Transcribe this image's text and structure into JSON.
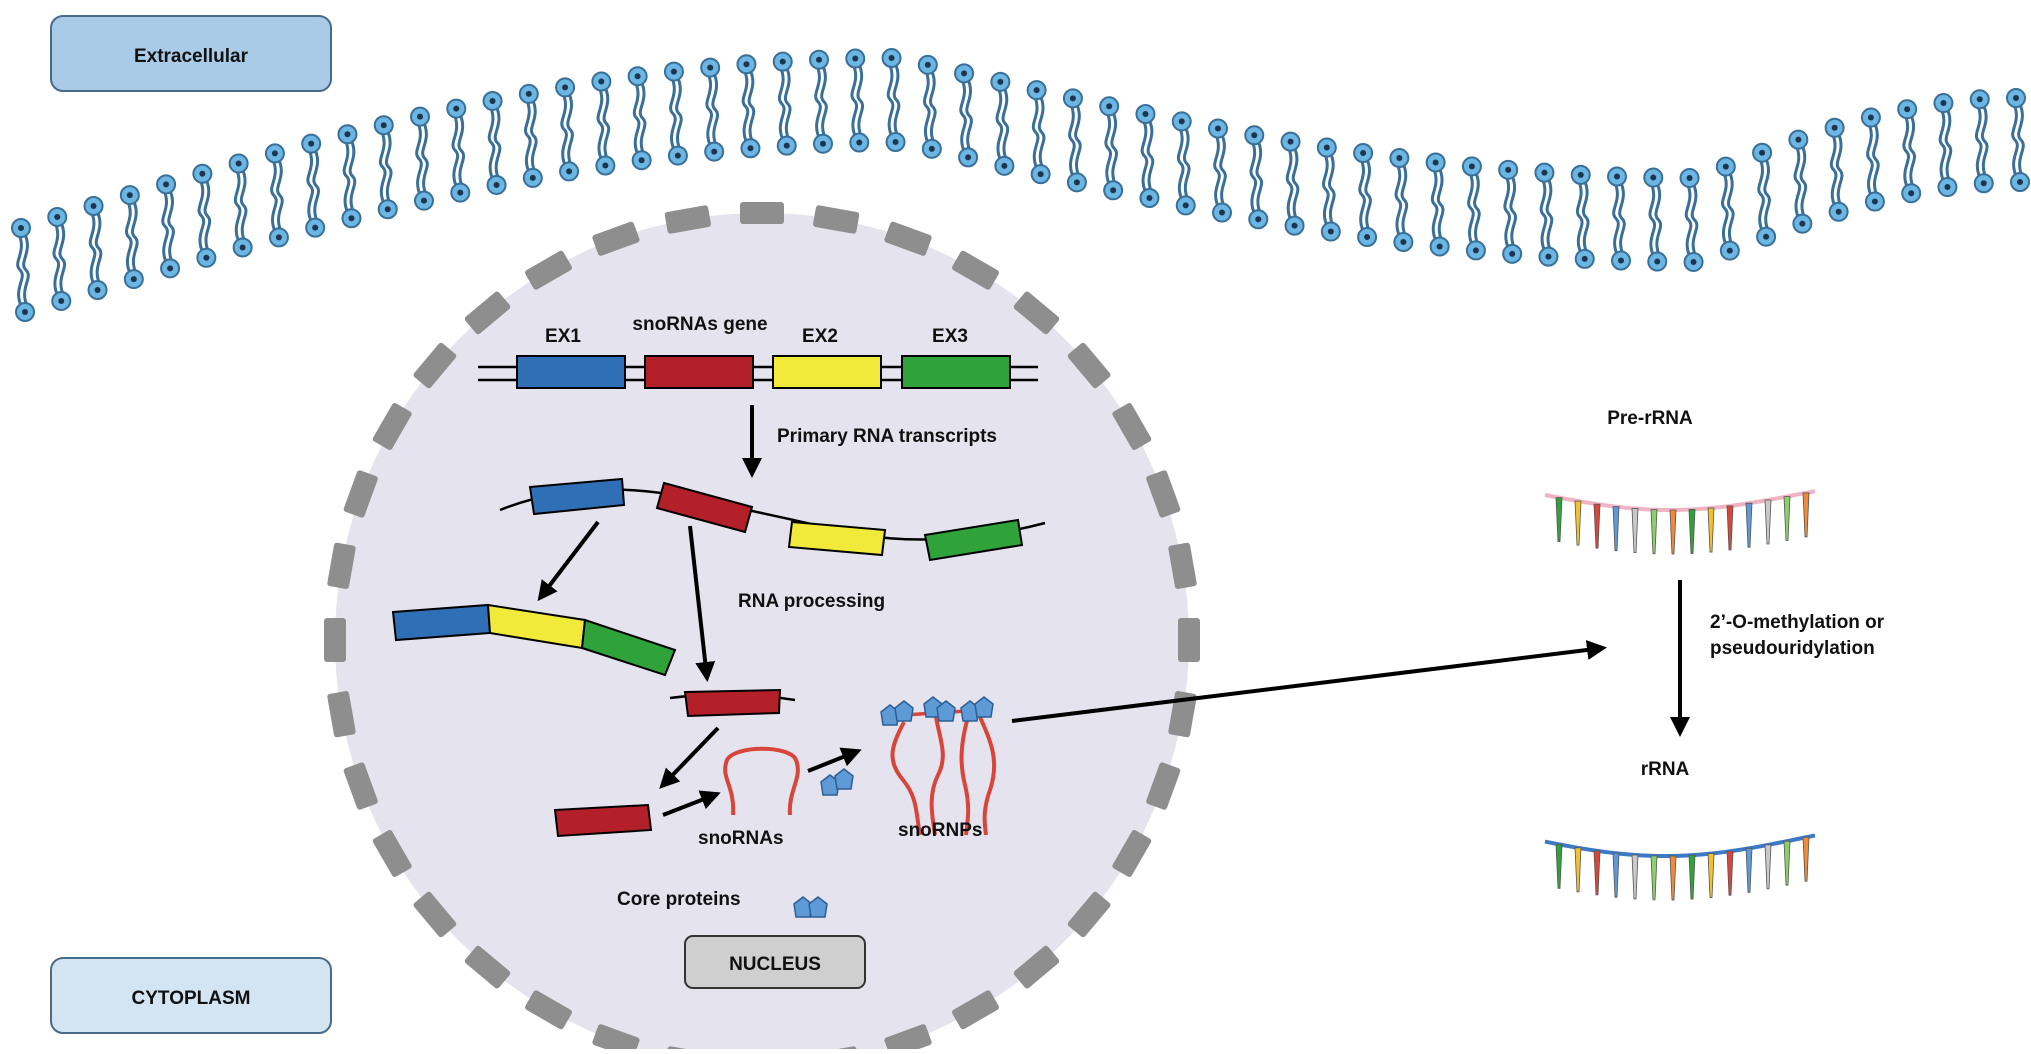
{
  "labels": {
    "extracellular": "Extracellular",
    "cytoplasm": "CYTOPLASM",
    "nucleus": "NUCLEUS",
    "ex1": "EX1",
    "snorna_gene": "snoRNAs gene",
    "ex2": "EX2",
    "ex3": "EX3",
    "primary_transcripts": "Primary RNA transcripts",
    "rna_processing": "RNA processing",
    "snornas": "snoRNAs",
    "snornps": "snoRNPs",
    "core_proteins": "Core proteins",
    "pre_rrna": "Pre-rRNA",
    "modification_line1": "2’-O-methylation or",
    "modification_line2": "pseudouridylation",
    "rrna": "rRNA"
  },
  "colors": {
    "ex1": "#2f6fb5",
    "snorna_gene": "#b3202a",
    "ex2": "#f2ea3a",
    "ex3": "#2fa33a",
    "membrane": "#6bb6e3",
    "nucleus_fill": "#e4e3ee",
    "nuclear_envelope": "#8e8e8e",
    "extracellular_box": "#a9cbe8",
    "cytoplasm_box": "#d3e4f3",
    "nucleus_box": "#cfcfcf",
    "core_protein": "#5d9ad6",
    "snorna_strand": "#d8453a",
    "pre_rrna_backbone": "#f0b3c4",
    "rrna_backbone": "#3d79c4"
  }
}
